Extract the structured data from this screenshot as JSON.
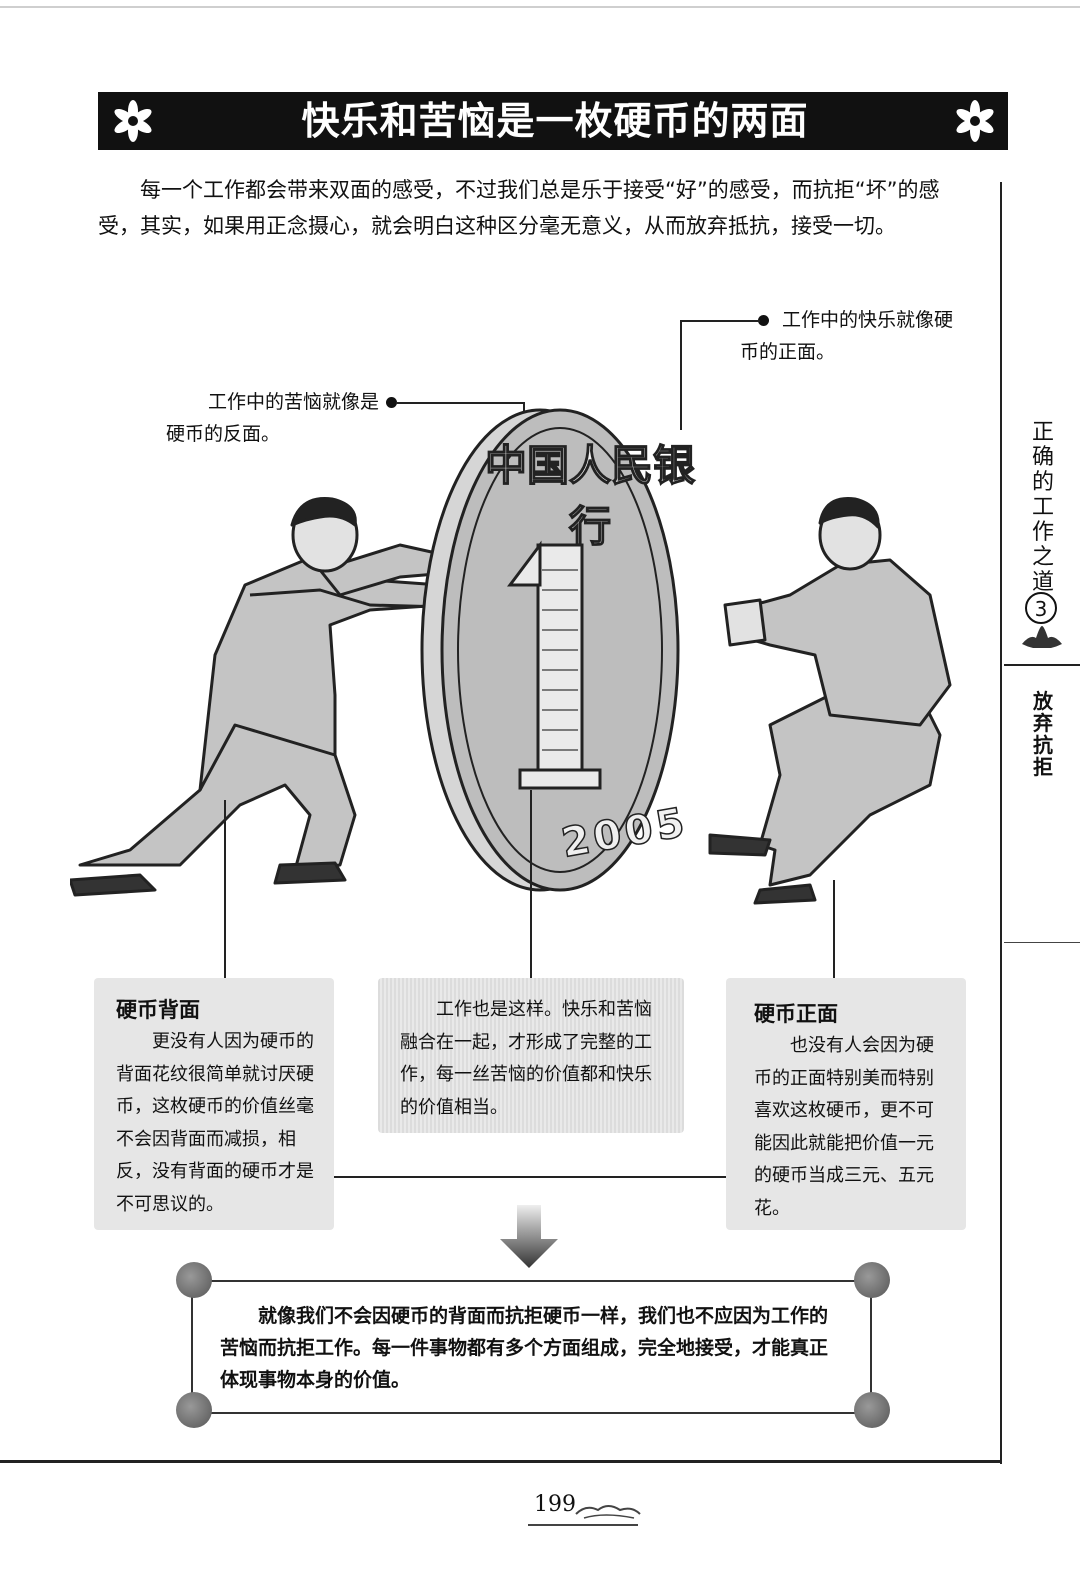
{
  "page": {
    "title": "快乐和苦恼是一枚硬币的两面",
    "intro": "每一个工作都会带来双面的感受，不过我们总是乐于接受“好”的感受，而抗拒“坏”的感受，其实，如果用正念摄心，就会明白这种区分毫无意义，从而放弃抵抗，接受一切。",
    "callout_front": "工作中的快乐就像硬币的正面。",
    "callout_back": "工作中的苦恼就像是硬币的反面。",
    "coin": {
      "text_top": "中国人民银行",
      "denomination": "1",
      "year": "2005"
    },
    "box_back": {
      "title": "硬币背面",
      "body": "更没有人因为硬币的背面花纹很简单就讨厌硬币，这枚硬币的价值丝毫不会因背面而减损，相反，没有背面的硬币才是不可思议的。"
    },
    "box_center": {
      "body": "工作也是这样。快乐和苦恼融合在一起，才形成了完整的工作，每一丝苦恼的价值都和快乐的价值相当。"
    },
    "box_front": {
      "title": "硬币正面",
      "body": "也没有人会因为硬币的正面特别美而特别喜欢这枚硬币，更不可能因此就能把价值一元的硬币当成三元、五元花。"
    },
    "conclusion": "就像我们不会因硬币的背面而抗拒硬币一样，我们也不应因为工作的苦恼而抗拒工作。每一件事物都有多个方面组成，完全地接受，才能真正体现事物本身的价值。",
    "side": {
      "chapter": "正确的工作之道",
      "number": "3",
      "section": "放弃抗拒"
    },
    "page_number": "199"
  },
  "icons": [
    "flower-icon",
    "lotus-icon",
    "arrow-down-icon",
    "cloud-ornament-icon"
  ]
}
